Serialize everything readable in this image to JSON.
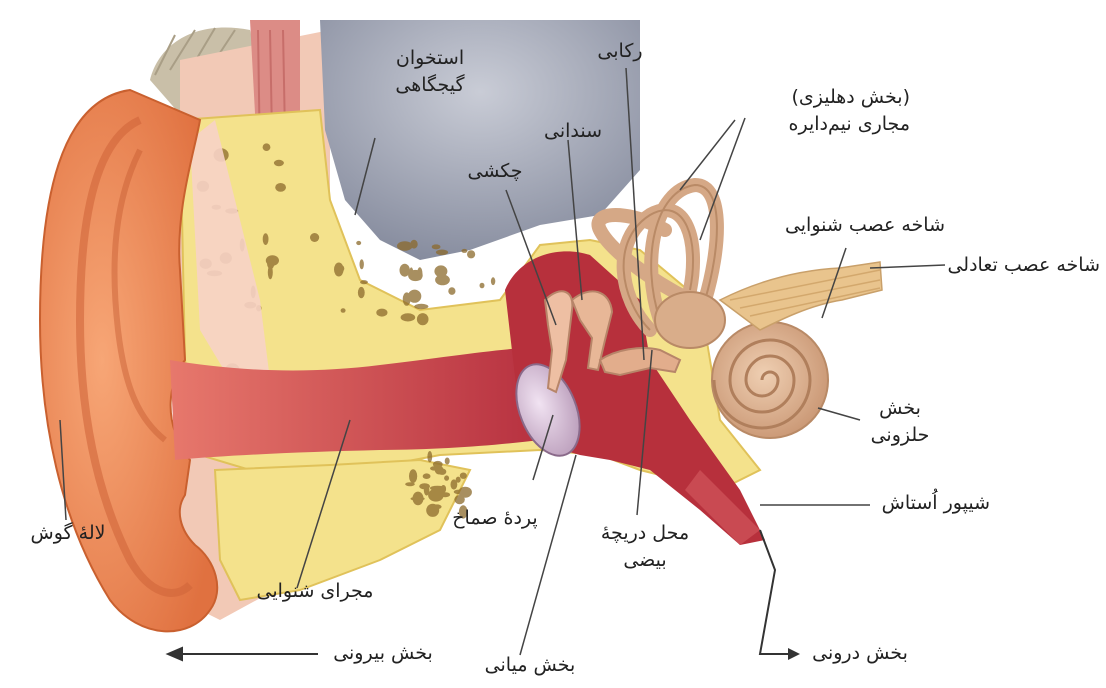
{
  "labels": {
    "temporal_bone": [
      "استخوان",
      "گیجگاهی"
    ],
    "stapes": "رکابی",
    "semicircular": [
      "(بخش دهلیزی)",
      "مجاری نیم‌دایره"
    ],
    "incus": "سندانی",
    "malleus": "چکشی",
    "cochlear_nerve": "شاخه عصب شنوایی",
    "vestibular_nerve": "شاخه عصب تعادلی",
    "cochlea": [
      "بخش",
      "حلزونی"
    ],
    "eustachian": "شیپور اُستاش",
    "oval_window": [
      "محل دریچهٔ",
      "بیضی"
    ],
    "eardrum": "پردهٔ صماخ",
    "auricle": "لالهٔ گوش",
    "ear_canal": "مجرای شنوایی",
    "outer_ear": "بخش بیرونی",
    "middle_ear": "بخش میانی",
    "inner_ear": "بخش درونی"
  },
  "colors": {
    "skin": "#f08a55",
    "skin_dark": "#d9693a",
    "canal": "#c83e45",
    "bone": "#f2e08a",
    "bone_dark": "#e4c75a",
    "brain": "#8f95a6",
    "ossicle": "#e2b598",
    "inner_ear": "#d9ad8a",
    "nerve": "#e9c48d",
    "line": "#444444"
  }
}
